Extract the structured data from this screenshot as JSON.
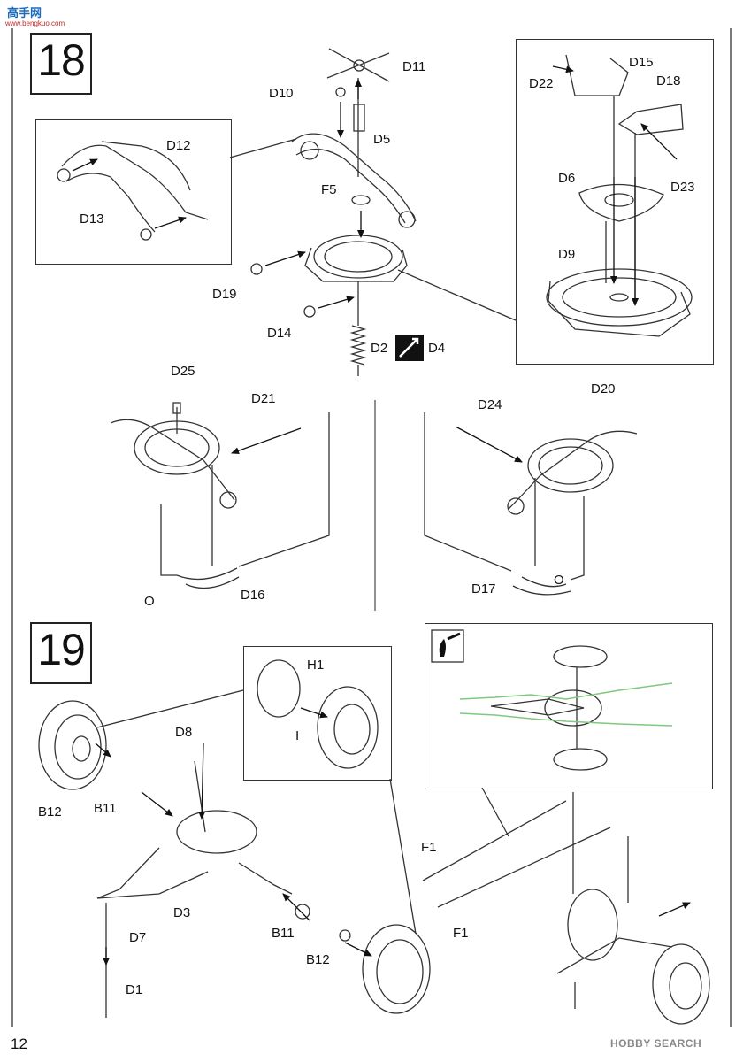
{
  "site_logo": {
    "brand": "高手网",
    "url_text": "www.bengkuo.com"
  },
  "steps": [
    "18",
    "19"
  ],
  "labels": {
    "D11": "D11",
    "D10": "D10",
    "D5": "D5",
    "F5": "F5",
    "D12": "D12",
    "D13": "D13",
    "D19": "D19",
    "D14": "D14",
    "D2": "D2",
    "D4": "D4",
    "D15": "D15",
    "D22": "D22",
    "D18": "D18",
    "D6": "D6",
    "D23": "D23",
    "D9": "D9",
    "D25": "D25",
    "D21": "D21",
    "O_left": "O",
    "D16": "D16",
    "D24": "D24",
    "D20": "D20",
    "D17": "D17",
    "O_right": "O",
    "H1": "H1",
    "I": "I",
    "D8": "D8",
    "B12_left": "B12",
    "B11_left": "B11",
    "D3": "D3",
    "D7": "D7",
    "D1": "D1",
    "B11_right": "B11",
    "B12_right": "B12",
    "F1_top": "F1",
    "F1_bottom": "F1"
  },
  "page_number": "12",
  "watermark": "HOBBY SEARCH",
  "colors": {
    "line": "#333333",
    "green_wire": "#7fc97f",
    "logo_blue": "#1c6bbf",
    "logo_red": "#c0262b"
  }
}
